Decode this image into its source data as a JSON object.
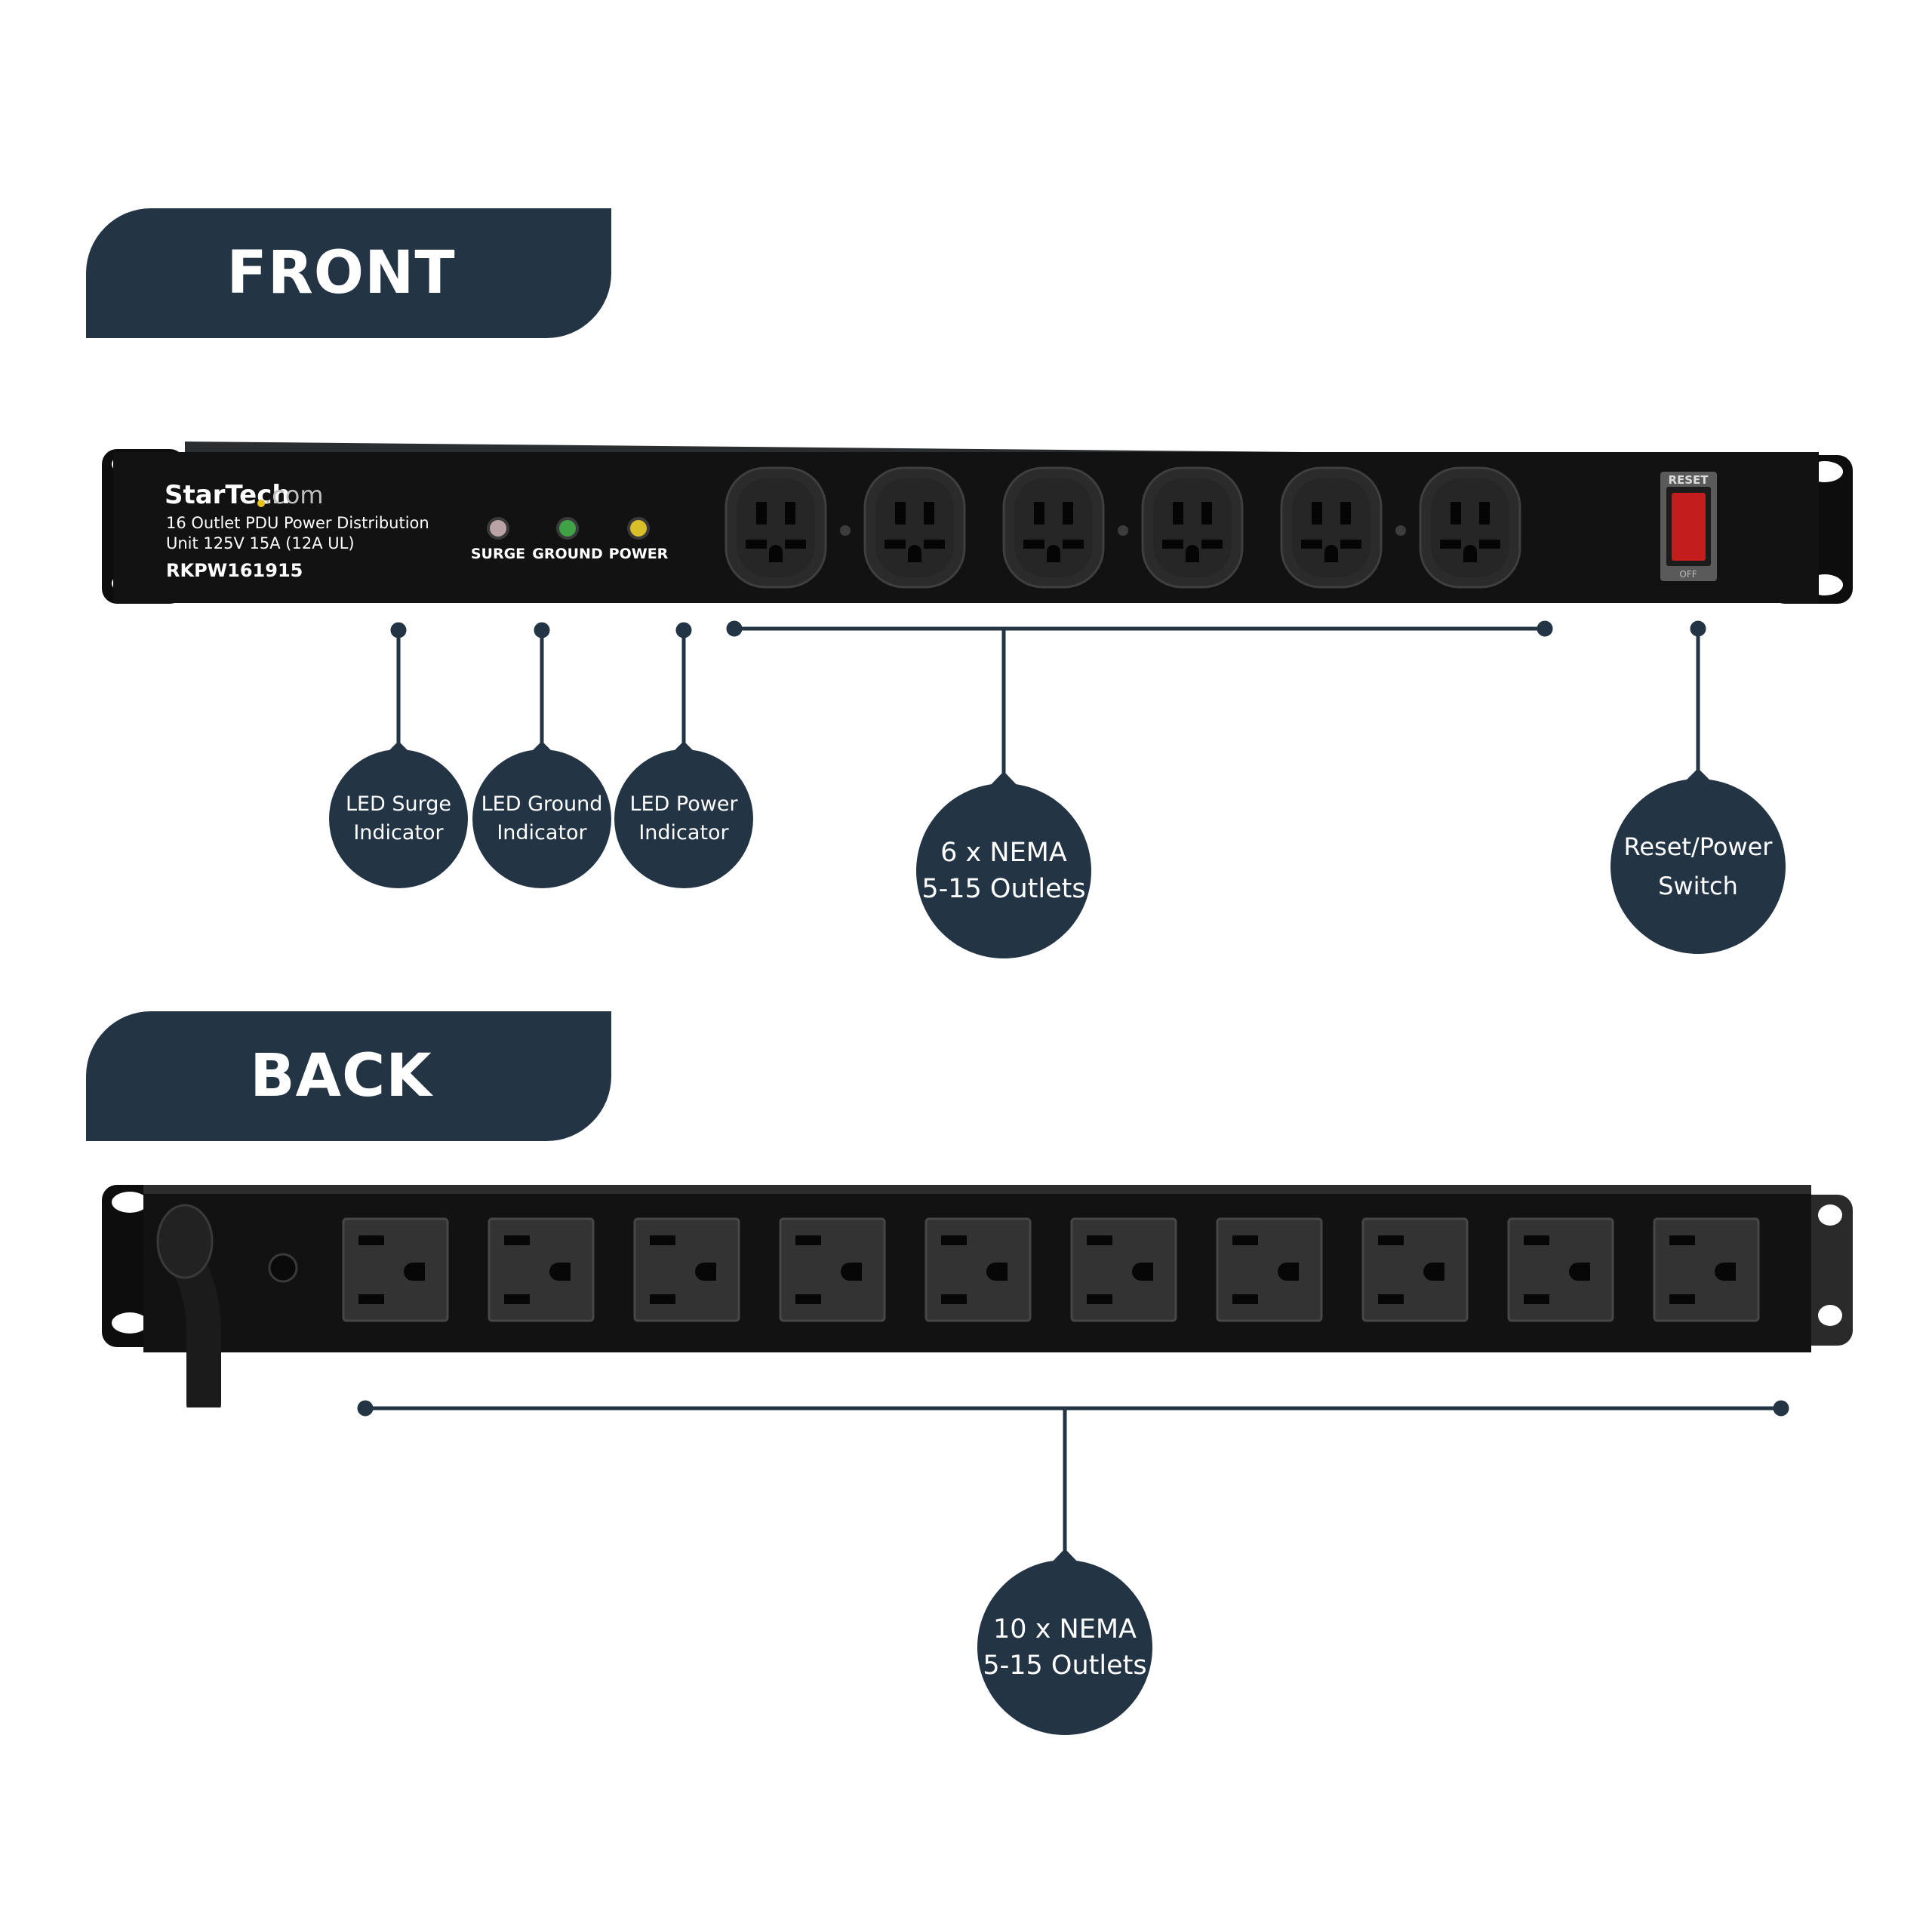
{
  "sections": {
    "front_title": "FRONT",
    "back_title": "BACK"
  },
  "front_panel": {
    "brand": "StarTech",
    "brand_suffix": ".com",
    "description_line1": "16 Outlet PDU Power Distribution",
    "description_line2": "Unit 125V 15A (12A UL)",
    "model": "RKPW161915",
    "led_labels": [
      "SURGE",
      "GROUND",
      "POWER"
    ],
    "led_colors": [
      "#b9a3a6",
      "#3fa247",
      "#d9c02a"
    ],
    "switch_top": "RESET",
    "switch_bottom": "OFF",
    "switch_color": "#c41d1d",
    "outlet_count": 6
  },
  "back_panel": {
    "outlet_count": 10
  },
  "callouts": {
    "surge": [
      "LED Surge",
      "Indicator"
    ],
    "ground": [
      "LED Ground",
      "Indicator"
    ],
    "power": [
      "LED Power",
      "Indicator"
    ],
    "front_outlets": [
      "6 x NEMA",
      "5-15 Outlets"
    ],
    "switch": [
      "Reset/Power",
      "Switch"
    ],
    "back_outlets": [
      "10 x NEMA",
      "5-15 Outlets"
    ]
  },
  "colors": {
    "accent": "#233445",
    "chassis": "#121212"
  }
}
